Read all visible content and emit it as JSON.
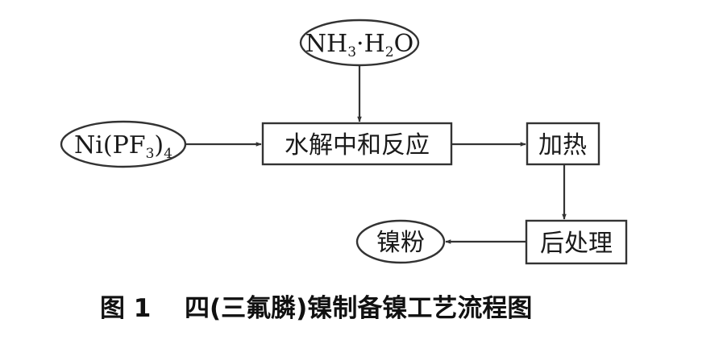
{
  "nodes": {
    "ammonia": {
      "main1": "NH",
      "sub1": "3",
      "main2": "·H",
      "sub2": "2",
      "main3": "O"
    },
    "precursor": {
      "main1": "Ni(PF",
      "sub1": "3",
      "main2": ")",
      "sub2": "4"
    },
    "hydrolysis": {
      "label": "水解中和反应"
    },
    "heating": {
      "label": "加热"
    },
    "post_treatment": {
      "label": "后处理"
    },
    "product": {
      "label": "镍粉"
    }
  },
  "caption": {
    "figure_number": "图 1",
    "title": "四(三氟膦)镍制备镍工艺流程图"
  },
  "colors": {
    "stroke": "#333333",
    "text": "#1a1a1a"
  }
}
